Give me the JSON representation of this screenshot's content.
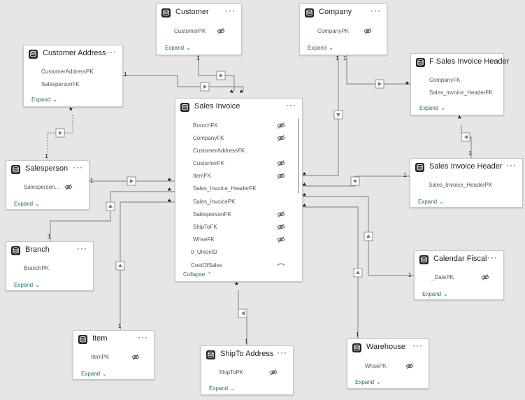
{
  "tables": {
    "customer": {
      "title": "Customer",
      "more": "···",
      "fields": [
        "CustomerPK"
      ],
      "toggle": "Expand"
    },
    "company": {
      "title": "Company",
      "more": "···",
      "fields": [
        "CompanyPK"
      ],
      "toggle": "Expand"
    },
    "customer_address": {
      "title": "Customer Address",
      "more": "···",
      "fields": [
        "CustomerAddressPK",
        "SalespersonFK"
      ],
      "toggle": "Expand"
    },
    "f_sales_invoice_header": {
      "title": "F Sales Invoice Header",
      "more": "···",
      "fields": [
        "CompanyFK",
        "Sales_Invoice_HeaderFK"
      ],
      "toggle": "Expand"
    },
    "sales_invoice": {
      "title": "Sales Invoice",
      "more": "···",
      "fields": [
        "BranchFK",
        "CompanyFK",
        "CustomerAddressFK",
        "CustomerFK",
        "ItemFK",
        "Sales_Invoice_HeaderFK",
        "Sales_InvoicePK",
        "SalespersonFK",
        "ShipToFK",
        "WhseFK",
        "0_UnionID",
        "CostOfSales"
      ],
      "toggle": "Collapse"
    },
    "salesperson": {
      "title": "Salesperson",
      "more": "···",
      "fields": [
        "Salesperson..."
      ],
      "toggle": "Expand"
    },
    "sales_invoice_header": {
      "title": "Sales Invoice Header",
      "more": "···",
      "fields": [
        "Sales_Invoice_HeaderPK"
      ],
      "toggle": "Expand"
    },
    "branch": {
      "title": "Branch",
      "more": "···",
      "fields": [
        "BranchPK"
      ],
      "toggle": "Expand"
    },
    "calendar_fiscal": {
      "title": "Calendar Fiscal",
      "more": "···",
      "fields": [
        "_DatePK"
      ],
      "toggle": "Expand"
    },
    "item": {
      "title": "Item",
      "more": "···",
      "fields": [
        "ItemPK"
      ],
      "toggle": "Expand"
    },
    "shipto_address": {
      "title": "ShipTo Address",
      "more": "···",
      "fields": [
        "ShipToPK"
      ],
      "toggle": "Expand"
    },
    "warehouse": {
      "title": "Warehouse",
      "more": "···",
      "fields": [
        "WhsePK"
      ],
      "toggle": "Expand"
    }
  },
  "cardinality": {
    "one": "1",
    "many": "*"
  },
  "icons": {
    "table": "table-icon",
    "hidden": "eye-hidden-icon",
    "menu": "more-options-icon",
    "filter_arrow": "filter-direction-icon"
  },
  "colors": {
    "background": "#e6e6e6",
    "line": "#8f8f8f",
    "expand_link": "#1e6f6a"
  }
}
